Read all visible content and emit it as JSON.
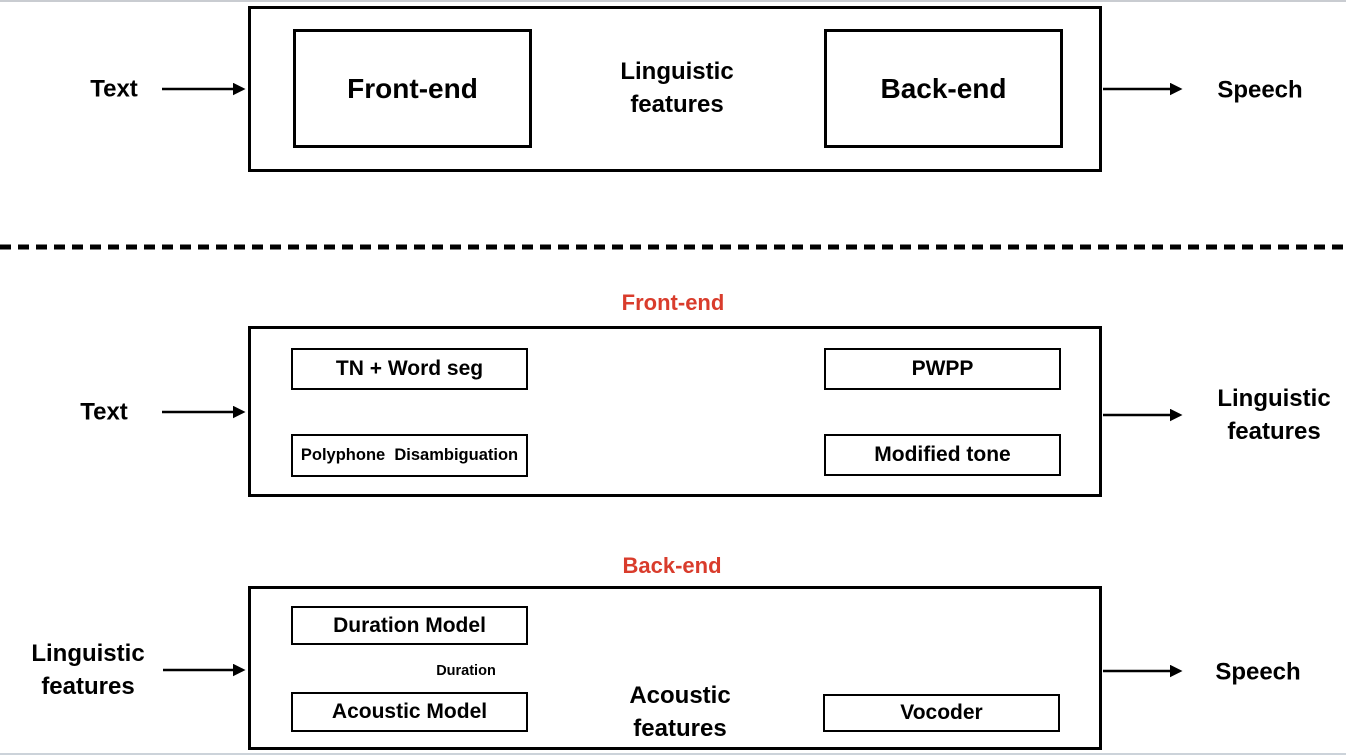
{
  "colors": {
    "accent_red": "#D93C2C",
    "line": "#000000",
    "background": "#FFFFFF"
  },
  "overview": {
    "input_label": "Text",
    "frontend_box": "Front-end",
    "connector_label": [
      "Linguistic",
      "features"
    ],
    "backend_box": "Back-end",
    "output_label": "Speech"
  },
  "frontend_detail": {
    "title": "Front-end",
    "input_label": "Text",
    "boxes": {
      "tn_wordseg": "TN + Word seg",
      "polyphone": "Polyphone  Disambiguation",
      "pwpp": "PWPP",
      "modified_tone": "Modified tone"
    },
    "output_label": [
      "Linguistic",
      "features"
    ]
  },
  "backend_detail": {
    "title": "Back-end",
    "input_label": [
      "Linguistic",
      "features"
    ],
    "boxes": {
      "duration_model": "Duration Model",
      "acoustic_model": "Acoustic Model",
      "vocoder": "Vocoder"
    },
    "duration_arrow_label": "Duration",
    "connector_label": [
      "Acoustic",
      "features"
    ],
    "output_label": "Speech"
  }
}
